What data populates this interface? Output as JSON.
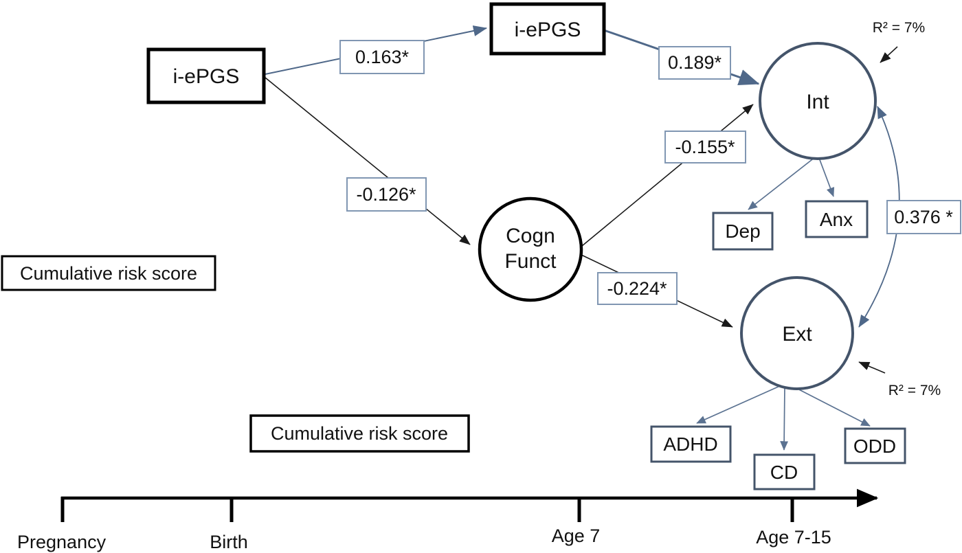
{
  "diagram": {
    "title": "SEM path diagram: i-ePGS, cognitive function, internalizing and externalizing outcomes over developmental time",
    "nodes": {
      "iepgs_pregnancy": {
        "label": "i-ePGS"
      },
      "iepgs_birth": {
        "label": "i-ePGS"
      },
      "cogn_funct": {
        "line1": "Cogn",
        "line2": "Funct"
      },
      "int_factor": {
        "label": "Int"
      },
      "ext_factor": {
        "label": "Ext"
      },
      "dep": {
        "label": "Dep"
      },
      "anx": {
        "label": "Anx"
      },
      "adhd": {
        "label": "ADHD"
      },
      "cd": {
        "label": "CD"
      },
      "odd": {
        "label": "ODD"
      },
      "cumulative_risk_pregnancy": {
        "label": "Cumulative risk score"
      },
      "cumulative_risk_age7": {
        "label": "Cumulative risk score"
      }
    },
    "coefficients": {
      "iepgs_preg_to_iepgs_birth": "0.163*",
      "iepgs_preg_to_cogn": "-0.126*",
      "iepgs_birth_to_int": "0.189*",
      "cogn_to_int": "-0.155*",
      "cogn_to_ext": "-0.224*",
      "int_ext_covariance": "0.376 *"
    },
    "annotations": {
      "r2_int": "R² = 7%",
      "r2_ext": "R² = 7%"
    },
    "timeline": {
      "labels": [
        "Pregnancy",
        "Birth",
        "Age 7",
        "Age 7-15"
      ]
    },
    "colors": {
      "dark_node_stroke": "#44546A",
      "light_box_stroke": "#8096B2",
      "arrow_blue": "#4F6889",
      "loading_arrow_blue": "#5B7291",
      "black": "#000000",
      "background": "#FFFFFF"
    }
  }
}
